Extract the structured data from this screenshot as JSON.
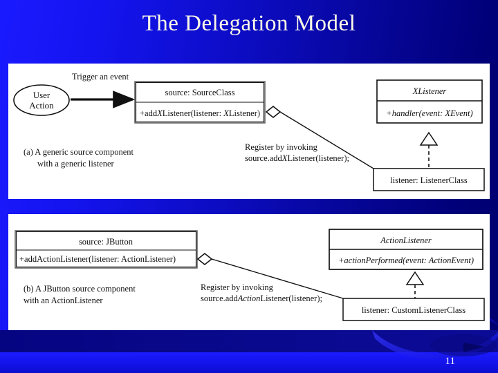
{
  "slide": {
    "title": "The Delegation Model",
    "page_number": "11",
    "background_from": "#1a1aff",
    "background_to": "#00006e",
    "title_color": "#fdf9e7",
    "panel_background": "#ffffff",
    "ink_color": "#111111"
  },
  "figure_a": {
    "caption_line1": "(a) A generic source component",
    "caption_line2": "with a generic listener",
    "actor": {
      "line1": "User",
      "line2": "Action"
    },
    "event_label": "Trigger an event",
    "source_class": {
      "header": "source: SourceClass",
      "method_prefix": "+add",
      "method_italic_1": "X",
      "method_mid": "Listener(listener: ",
      "method_italic_2": "X",
      "method_suffix": "Listener)"
    },
    "interface": {
      "name": "XListener",
      "method": "+handler(event: XEvent)"
    },
    "listener": {
      "name": "listener: ListenerClass"
    },
    "register_note_line1": "Register by invoking",
    "register_note_line2_a": "source.add",
    "register_note_line2_italic": "X",
    "register_note_line2_b": "Listener(listener);"
  },
  "figure_b": {
    "caption_line1": "(b) A JButton source component",
    "caption_line2": "with an ActionListener",
    "source_class": {
      "header": "source: JButton",
      "method": "+addActionListener(listener: ActionListener)"
    },
    "interface": {
      "name": "ActionListener",
      "method": "+actionPerformed(event: ActionEvent)"
    },
    "listener": {
      "name": "listener: CustomListenerClass"
    },
    "register_note_line1": "Register by invoking",
    "register_note_line2_a": "source.add",
    "register_note_line2_italic": "Action",
    "register_note_line2_b": "Listener(listener);"
  }
}
